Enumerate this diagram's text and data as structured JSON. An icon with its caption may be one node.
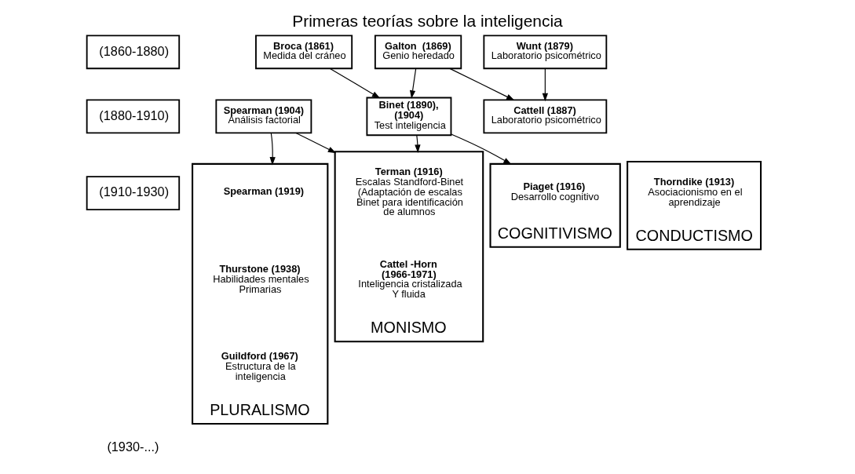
{
  "diagram": {
    "title": "Primeras teorías sobre la inteligencia",
    "nodes": [
      {
        "text": [
          "(1860-1880)"
        ]
      },
      {
        "text": [
          "Broca (1861)",
          "Medida del cráneo"
        ]
      },
      {
        "text": [
          "Galton  (1869)",
          "Genio heredado"
        ]
      },
      {
        "text": [
          "Wunt (1879)",
          "Laboratorio psicométrico"
        ]
      },
      {
        "text": [
          "(1880-1910)"
        ]
      },
      {
        "text": [
          "Spearman (1904)",
          "Análisis factorial"
        ]
      },
      {
        "text": [
          "Binet (1890), (1904)",
          "Test inteligencia"
        ]
      },
      {
        "text": [
          "Cattell (1887)",
          "Laboratorio psicométrico"
        ]
      },
      {
        "text": [
          "(1910-1930)"
        ]
      },
      {
        "text": [
          "PLURALISMO"
        ]
      },
      {
        "text": [
          "Spearman (1919)"
        ],
        "in": 9
      },
      {
        "text": [
          "Thurstone (1938)",
          "Habilidades mentales Primarias"
        ],
        "in": 9
      },
      {
        "text": [
          "Guildford (1967)",
          "Estructura de la inteligencia"
        ],
        "in": 9
      },
      {
        "text": [
          "MONISMO"
        ]
      },
      {
        "text": [
          "Terman (1916)",
          "Escalas Standford-Binet (Adaptación de escalas Binet para identificación de alumnos"
        ],
        "in": 13
      },
      {
        "text": [
          "Cattel -Horn (1966-1971)",
          "Inteligencia cristalizada Y fluida"
        ],
        "in": 13
      },
      {
        "text": [
          "COGNITIVISMO"
        ]
      },
      {
        "text": [
          "Piaget (1916)",
          "Desarrollo cognitivo"
        ],
        "in": 16
      },
      {
        "text": [
          "CONDUCTISMO"
        ]
      },
      {
        "text": [
          "Thorndike (1913)",
          "Asociacionismo en el aprendizaje"
        ],
        "in": 18
      }
    ],
    "edges": [
      {
        "from": 1,
        "to": 6,
        "arrow": "to"
      },
      {
        "from": 2,
        "to": 6,
        "arrow": "to"
      },
      {
        "from": 2,
        "to": 7,
        "arrow": "to"
      },
      {
        "from": 3,
        "to": 7,
        "arrow": "to"
      },
      {
        "from": 5,
        "to": 9,
        "arrow": "to"
      },
      {
        "from": 5,
        "to": 13,
        "arrow": "to"
      },
      {
        "from": 6,
        "to": 13,
        "arrow": "to"
      },
      {
        "from": 6,
        "to": 16,
        "arrow": "to"
      }
    ],
    "labels": [
      "(1930-...)"
    ]
  }
}
